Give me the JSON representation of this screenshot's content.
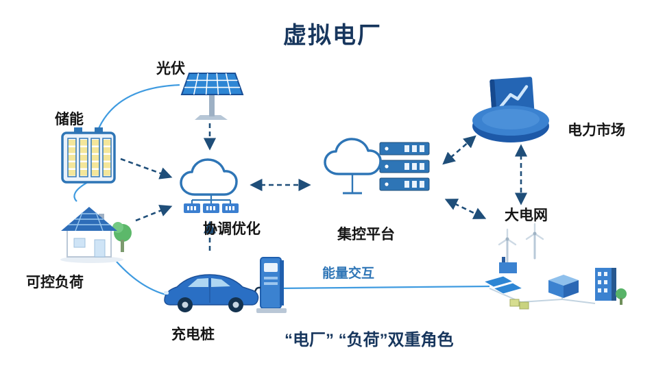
{
  "title": "虚拟电厂",
  "nodes": {
    "pv": {
      "label": "光伏"
    },
    "storage": {
      "label": "储能"
    },
    "coordination": {
      "label": "协调优化"
    },
    "platform": {
      "label": "集控平台"
    },
    "market": {
      "label": "电力市场"
    },
    "grid": {
      "label": "大电网"
    },
    "load": {
      "label": "可控负荷"
    },
    "charger": {
      "label": "充电桩"
    }
  },
  "annotations": {
    "energy_interaction": "能量交互",
    "dual_role": "“电厂” “负荷”双重角色"
  },
  "colors": {
    "title_text": "#17365d",
    "label_text": "#141414",
    "accent_blue": "#2e75b6",
    "arrow_blue": "#1f4e79",
    "curve_blue": "#3f9be0"
  }
}
